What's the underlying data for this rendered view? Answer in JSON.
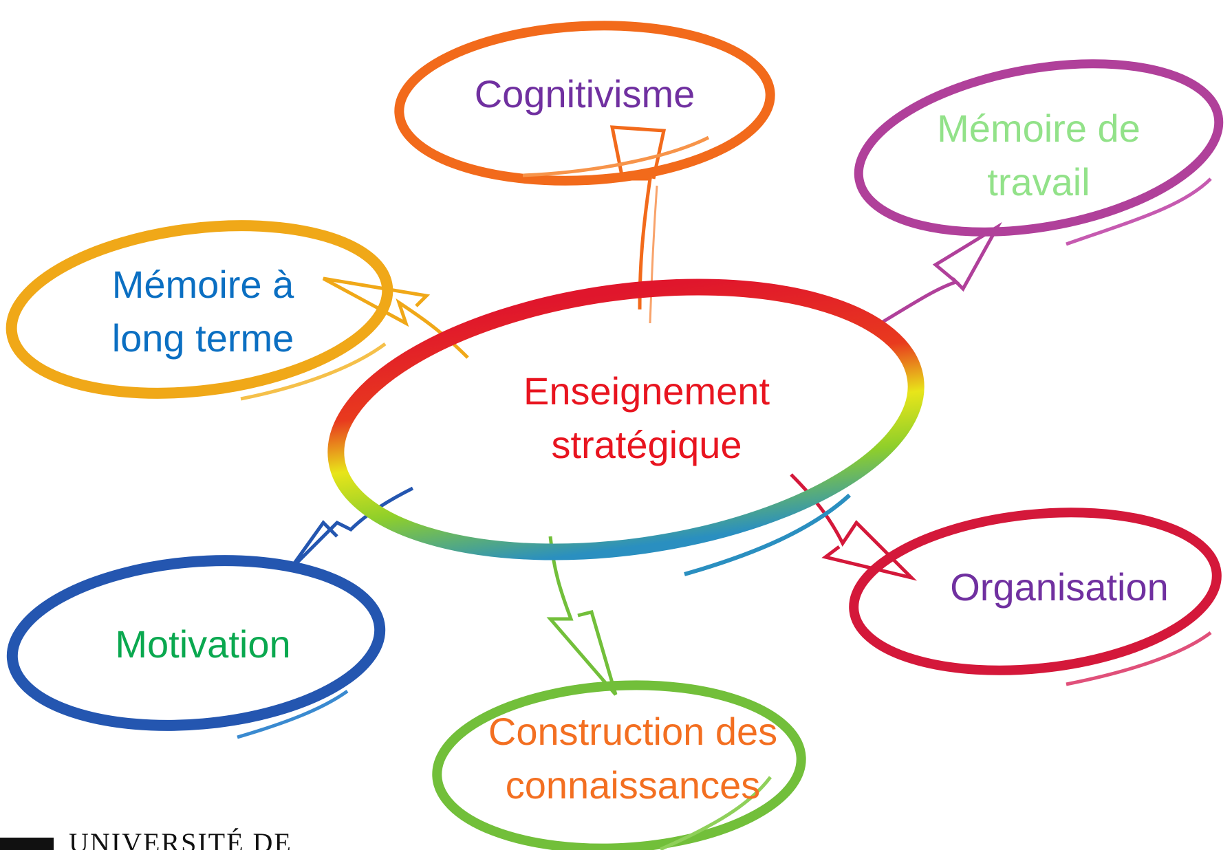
{
  "diagram": {
    "center": {
      "lines": [
        "Enseignement",
        "stratégique"
      ],
      "text_color": "#e8141f"
    },
    "nodes": [
      {
        "id": "cognitivisme",
        "lines": [
          "Cognitivisme"
        ],
        "text_color": "#7030a0",
        "ring_color": "#f26a1b"
      },
      {
        "id": "memoire-travail",
        "lines": [
          "Mémoire de",
          "travail"
        ],
        "text_color": "#92e289",
        "ring_color": "#b0409a"
      },
      {
        "id": "memoire-long-terme",
        "lines": [
          "Mémoire à",
          "long terme"
        ],
        "text_color": "#0b6fc2",
        "ring_color": "#f0a818"
      },
      {
        "id": "organisation",
        "lines": [
          "Organisation"
        ],
        "text_color": "#7030a0",
        "ring_color": "#d4183a"
      },
      {
        "id": "motivation",
        "lines": [
          "Motivation"
        ],
        "text_color": "#0aa84f",
        "ring_color": "#2456b0"
      },
      {
        "id": "construction",
        "lines": [
          "Construction des",
          "connaissances"
        ],
        "text_color": "#f36f21",
        "ring_color": "#72bf3a"
      }
    ]
  },
  "footer": {
    "institution": "UNIVERSITÉ DE"
  }
}
